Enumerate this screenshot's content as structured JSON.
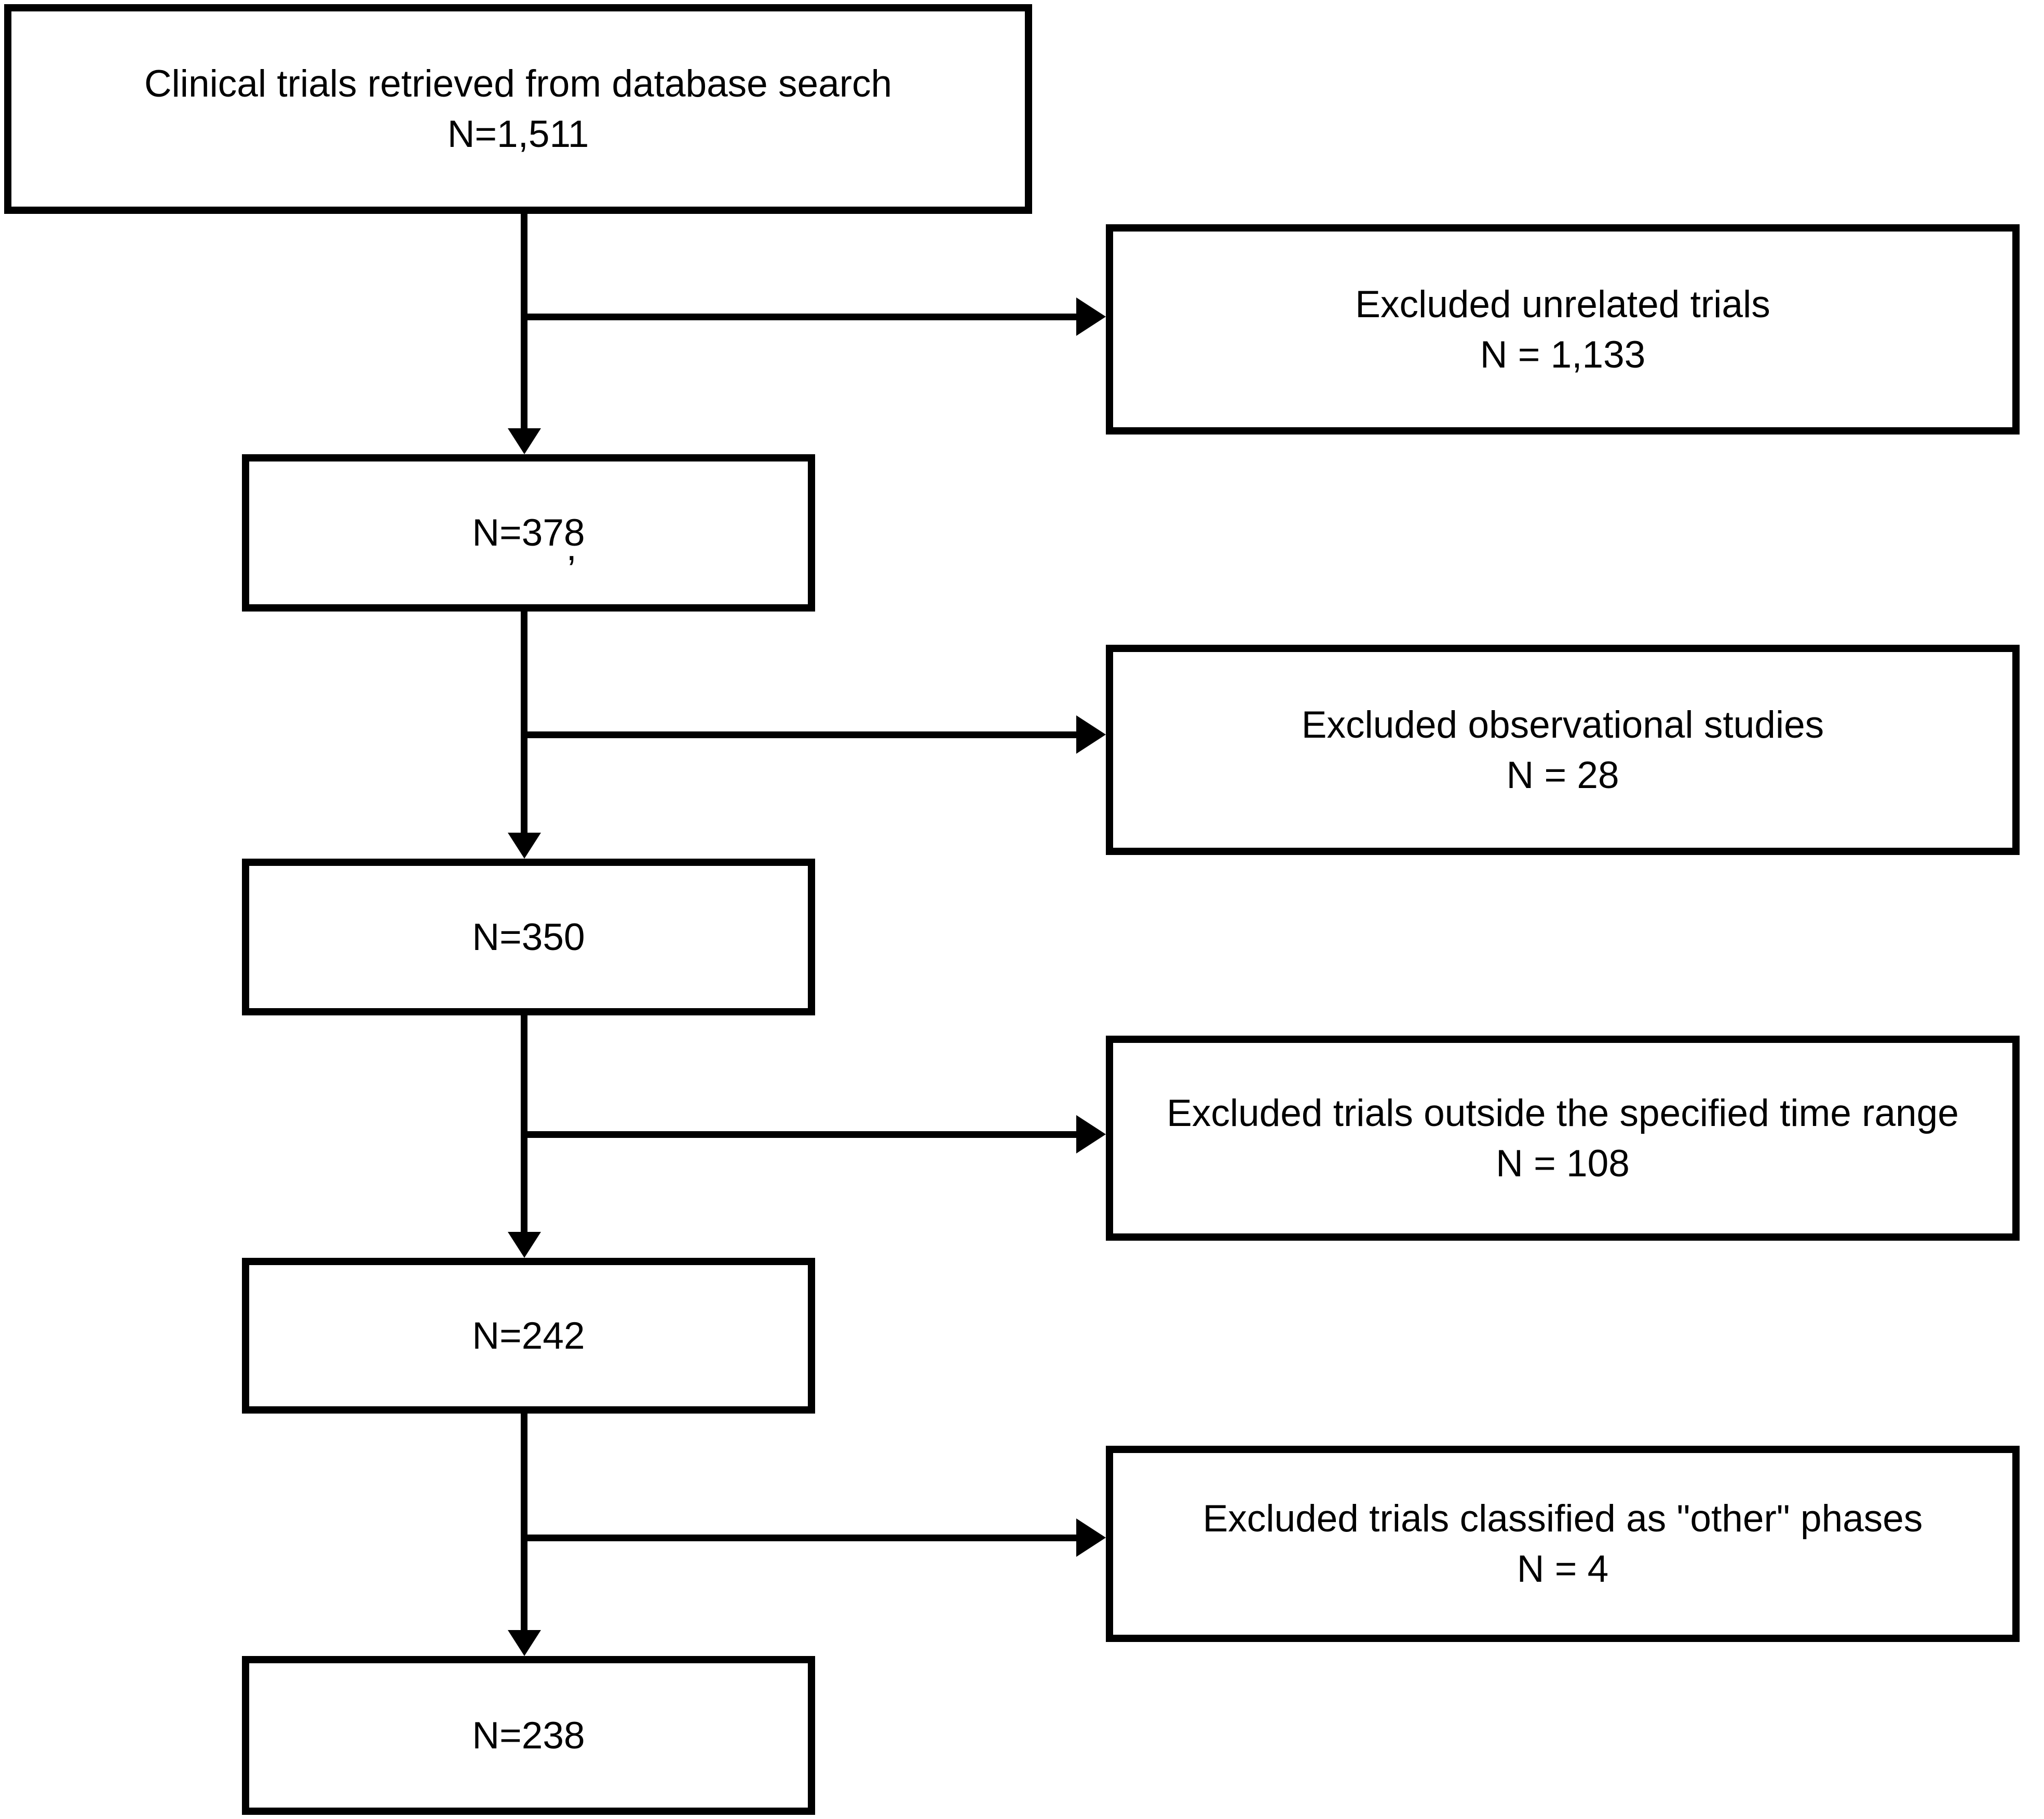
{
  "figure": {
    "type": "flow-diagram",
    "background_color": "#ffffff",
    "line_color": "#000000",
    "start_box": {
      "line1": "Clinical trials retrieved from database search",
      "line2": "N=1,511"
    },
    "steps": [
      {
        "label": "N=378",
        "stray_mark": ","
      },
      {
        "label": "N=350"
      },
      {
        "label": "N=242"
      },
      {
        "label": "N=238"
      }
    ],
    "exclusions": [
      {
        "line1": "Excluded unrelated trials",
        "line2": "N = 1,133"
      },
      {
        "line1": "Excluded observational studies",
        "line2": "N = 28"
      },
      {
        "line1": "Excluded trials outside the specified time range",
        "line2": "N = 108"
      },
      {
        "line1": "Excluded trials classified as \"other\" phases",
        "line2": "N = 4"
      }
    ]
  }
}
